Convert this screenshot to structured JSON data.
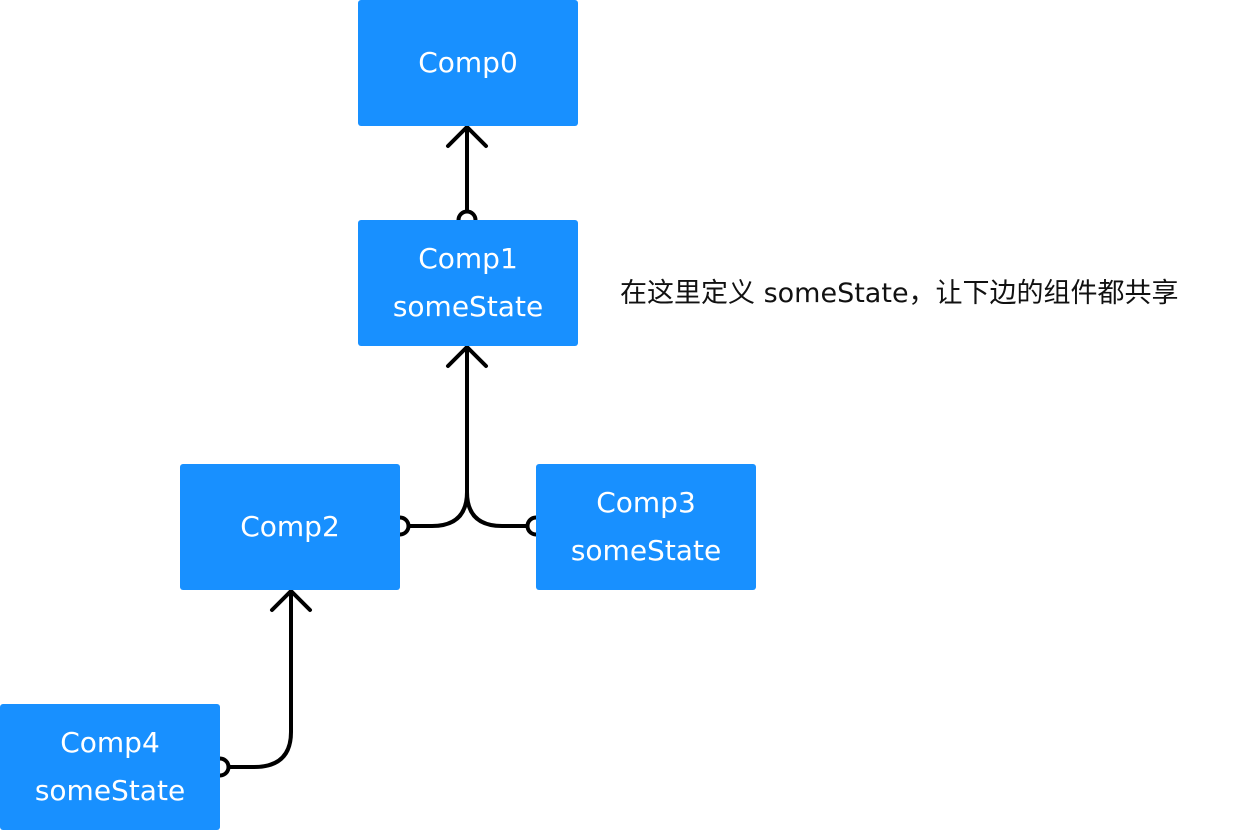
{
  "diagram": {
    "nodes": {
      "comp0": {
        "name": "Comp0",
        "state": ""
      },
      "comp1": {
        "name": "Comp1",
        "state": "someState"
      },
      "comp2": {
        "name": "Comp2",
        "state": ""
      },
      "comp3": {
        "name": "Comp3",
        "state": "someState"
      },
      "comp4": {
        "name": "Comp4",
        "state": "someState"
      }
    },
    "edges": [
      {
        "from": "Comp1",
        "to": "Comp0"
      },
      {
        "from": "Comp2",
        "to": "Comp1"
      },
      {
        "from": "Comp3",
        "to": "Comp1"
      },
      {
        "from": "Comp4",
        "to": "Comp2"
      }
    ],
    "annotation": "在这里定义 someState，让下边的组件都共享",
    "colors": {
      "node_fill": "#1890ff",
      "node_text": "#ffffff",
      "edge": "#000000"
    }
  }
}
